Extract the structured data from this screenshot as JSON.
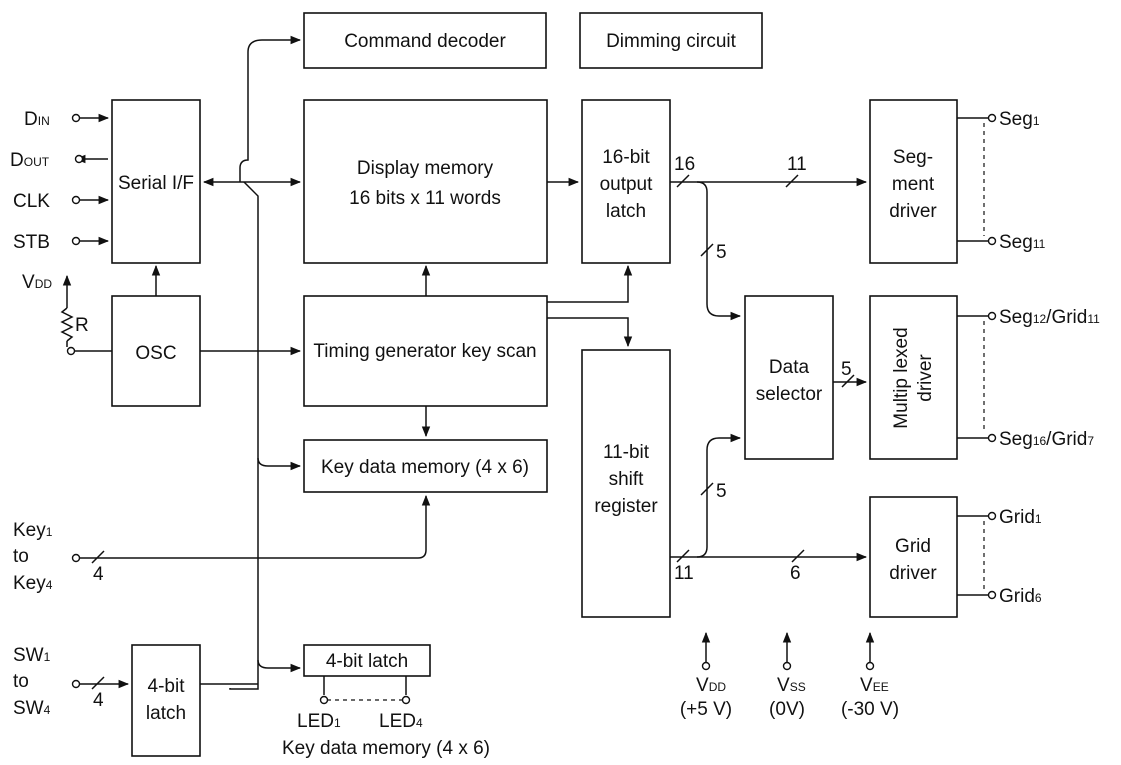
{
  "blocks": {
    "command_decoder": "Command decoder",
    "dimming_circuit": "Dimming circuit",
    "serial_if": "Serial I/F",
    "display_memory_l1": "Display memory",
    "display_memory_l2": "16 bits x 11 words",
    "output_latch_l1": "16-bit",
    "output_latch_l2": "output",
    "output_latch_l3": "latch",
    "osc": "OSC",
    "timing_gen": "Timing generator key scan",
    "key_data_memory": "Key data memory (4 x 6)",
    "shift_reg_l1": "11-bit",
    "shift_reg_l2": "shift",
    "shift_reg_l3": "register",
    "data_selector_l1": "Data",
    "data_selector_l2": "selector",
    "seg_driver_l1": "Seg-",
    "seg_driver_l2": "ment",
    "seg_driver_l3": "driver",
    "mux_driver_l1": "Multip lexed",
    "mux_driver_l2": "driver",
    "grid_driver_l1": "Grid",
    "grid_driver_l2": "driver",
    "latch4_sw_l1": "4-bit",
    "latch4_sw_l2": "latch",
    "latch4_led": "4-bit latch"
  },
  "pins": {
    "din": {
      "main": "D",
      "sub": "IN"
    },
    "dout": {
      "main": "D",
      "sub": "OUT"
    },
    "clk": "CLK",
    "stb": "STB",
    "vdd_top": {
      "main": "V",
      "sub": "DD"
    },
    "r": "R",
    "key_l1": {
      "main": "Key",
      "sub": "1"
    },
    "key_l2": "to",
    "key_l3": {
      "main": "Key",
      "sub": "4"
    },
    "sw_l1": {
      "main": "SW",
      "sub": "1"
    },
    "sw_l2": "to",
    "sw_l3": {
      "main": "SW",
      "sub": "4"
    },
    "led1": {
      "main": "LED",
      "sub": "1"
    },
    "led4": {
      "main": "LED",
      "sub": "4"
    },
    "seg1": {
      "main": "Seg",
      "sub": "1"
    },
    "seg11": {
      "main": "Seg",
      "sub": "11"
    },
    "seg12": {
      "main": "Seg",
      "sub": "12",
      "mid": "/Grid",
      "sub2": "11"
    },
    "seg16": {
      "main": "Seg",
      "sub": "16",
      "mid": "/Grid",
      "sub2": "7"
    },
    "grid1": {
      "main": "Grid",
      "sub": "1"
    },
    "grid6": {
      "main": "Grid",
      "sub": "6"
    },
    "vdd_bottom": {
      "main": "V",
      "sub": "DD",
      "value": "(+5 V)"
    },
    "vss": {
      "main": "V",
      "sub": "SS",
      "value": "(0V)"
    },
    "vee": {
      "main": "V",
      "sub": "EE",
      "value": "(-30 V)"
    }
  },
  "bus_widths": {
    "out16": "16",
    "seg11": "11",
    "to_selector_top": "5",
    "to_mux": "5",
    "to_selector_bottom": "5",
    "shift11": "11",
    "grid6": "6",
    "key4": "4",
    "sw4": "4"
  },
  "caption": "Key data memory (4 x 6)"
}
